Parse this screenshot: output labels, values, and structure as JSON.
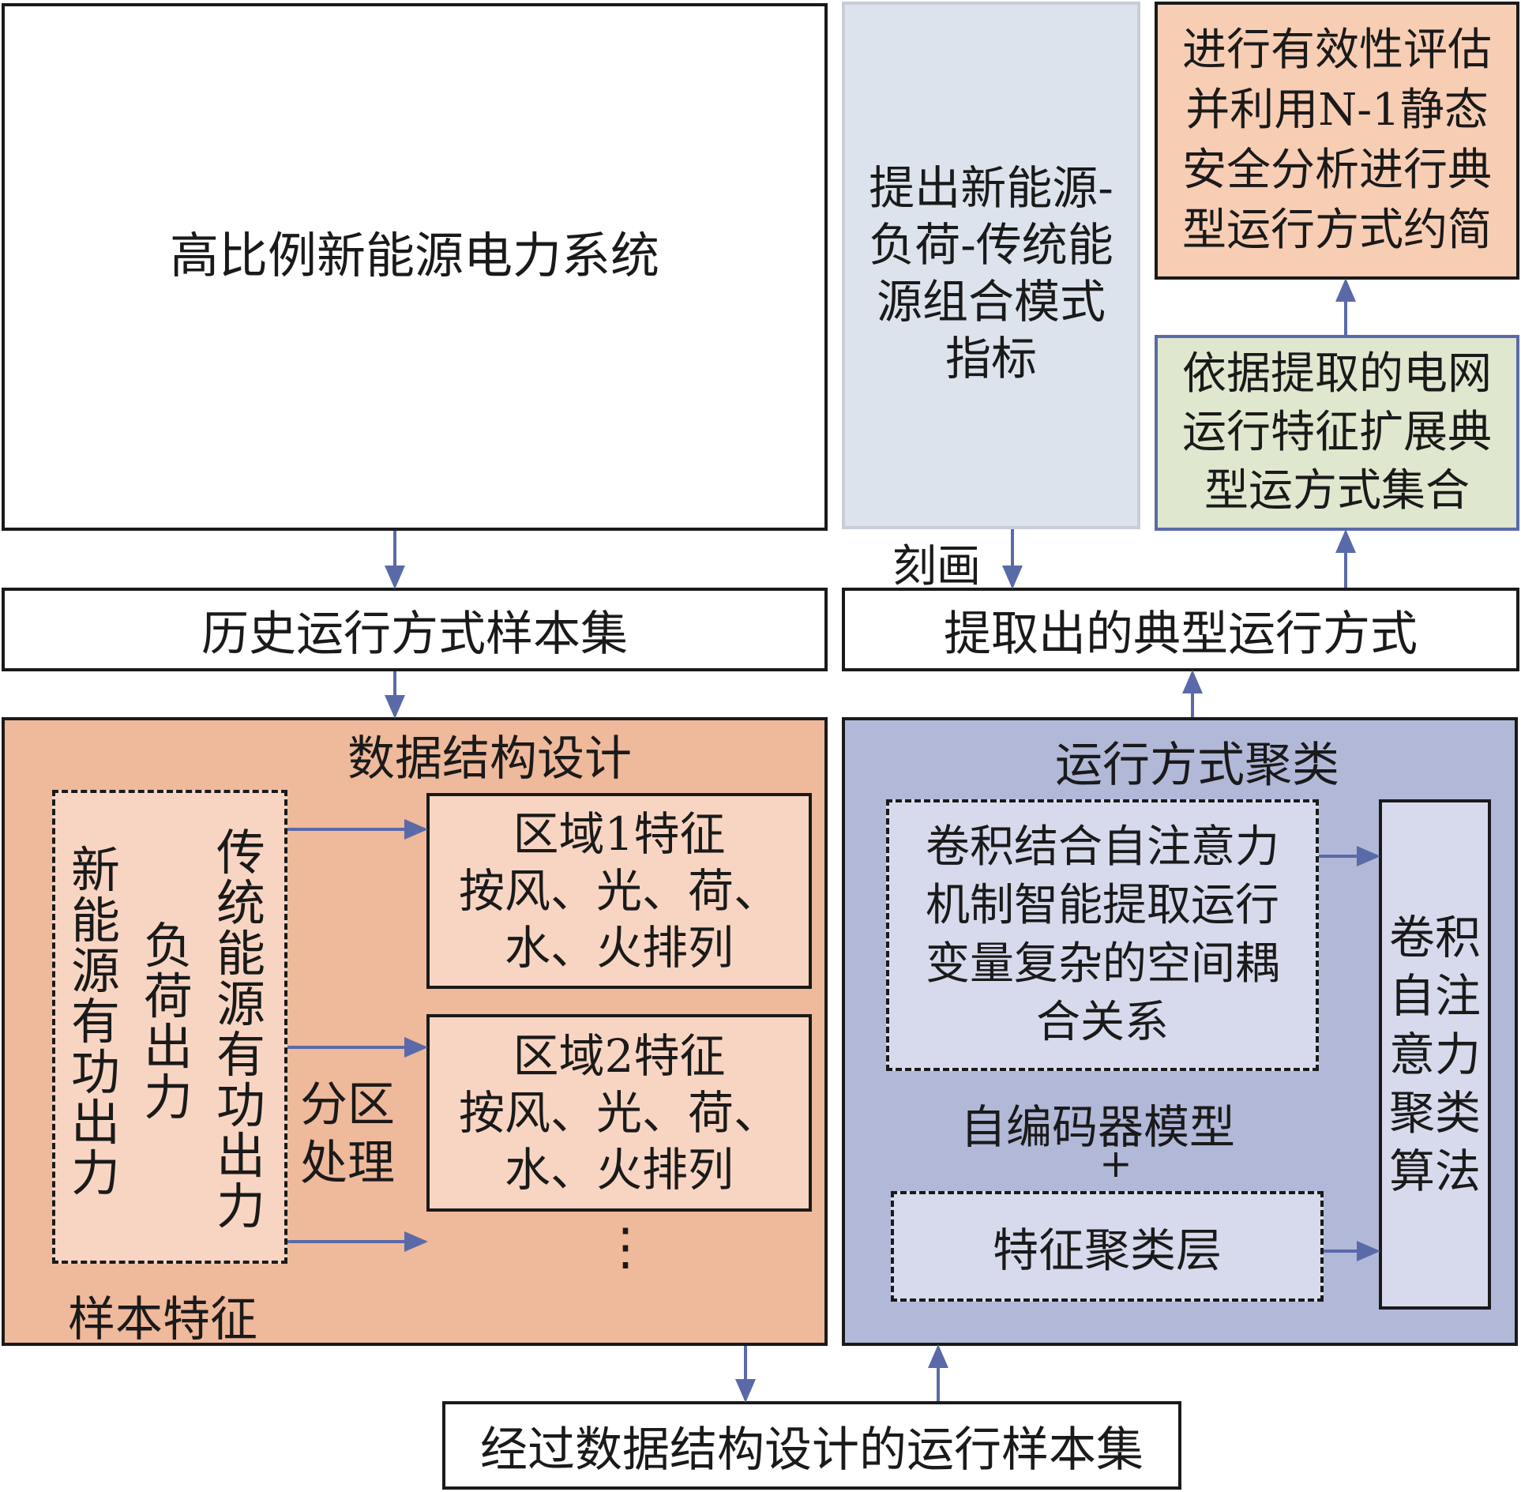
{
  "system_box": "高比例新能源电力系统",
  "indicator_box": [
    "提出新能源-",
    "负荷-传统能",
    "源组合模式",
    "指标"
  ],
  "evaluate_box": [
    "进行有效性评估",
    "并利用N-1静态",
    "安全分析进行典",
    "型运行方式约简"
  ],
  "extend_box": [
    "依据提取的电网",
    "运行特征扩展典",
    "型运方式集合"
  ],
  "history_box": "历史运行方式样本集",
  "typical_box": "提取出的典型运行方式",
  "describe_label": "刻画",
  "data_structure": {
    "title": "数据结构设计",
    "sample_feature_label": "样本特征",
    "columns": [
      "新能源有功出力",
      "负荷出力",
      "传统能源有功出力"
    ],
    "partition_label": [
      "分区",
      "处理"
    ],
    "region1": [
      "区域1特征",
      "按风、光、荷、",
      "水、火排列"
    ],
    "region2": [
      "区域2特征",
      "按风、光、荷、",
      "水、火排列"
    ],
    "ellipsis": "⋮"
  },
  "clustering": {
    "title": "运行方式聚类",
    "conv_box": [
      "卷积结合自注意力",
      "机制智能提取运行",
      "变量复杂的空间耦",
      "合关系"
    ],
    "autoencoder_label": "自编码器模型",
    "plus": "+",
    "feature_layer": "特征聚类层",
    "algorithm": [
      "卷积",
      "自注",
      "意力",
      "聚类",
      "算法"
    ]
  },
  "bottom_box": "经过数据结构设计的运行样本集",
  "colors": {
    "arrow": "#5a6aa8",
    "indicator_fill": "#dce3ec",
    "evaluate_fill": "#f7cdb4",
    "extend_fill": "#dfe7cf",
    "extend_border": "#5a6aa8",
    "data_structure_fill": "#efb99b",
    "inner_fill": "#f8d5c3",
    "clustering_fill": "#b2b8d8",
    "cluster_inner_fill": "#d7daec"
  }
}
